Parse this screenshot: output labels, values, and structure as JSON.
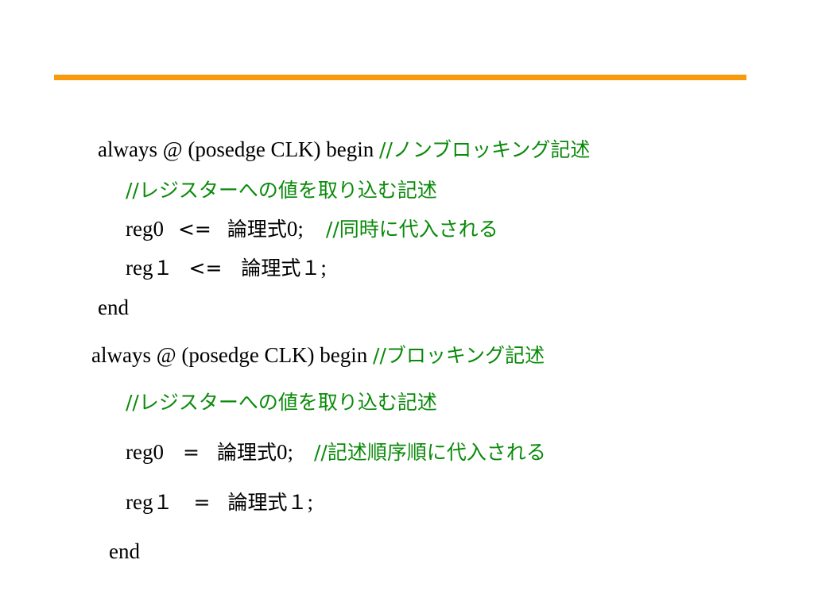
{
  "colors": {
    "accent_rule": "#f79a0d",
    "code_text": "#000000",
    "comment_text": "#0a8a0a"
  },
  "block1": {
    "always_line": "always @ (posedge CLK) begin ",
    "always_comment": "//ノンブロッキング記述",
    "comment_line": "//レジスターへの値を取り込む記述",
    "reg0": {
      "name": "reg0",
      "op": "<=",
      "expr": "論理式",
      "num": "0",
      "semi": ";",
      "comment": "//同時に代入される"
    },
    "reg1": {
      "name": "reg",
      "num_fw": "１",
      "op": "<=",
      "expr": "論理式１",
      "semi": ";"
    },
    "end": "end"
  },
  "block2": {
    "always_line": "always @ (posedge CLK) begin ",
    "always_comment": "//ブロッキング記述",
    "comment_line": "//レジスターへの値を取り込む記述",
    "reg0": {
      "name": "reg0",
      "op": "=",
      "expr": "論理式",
      "num": "0",
      "semi": ";",
      "comment": "//記述順序順に代入される"
    },
    "reg1": {
      "name": "reg",
      "num_fw": "１",
      "op": "=",
      "expr": "論理式１",
      "semi": ";"
    },
    "end": "end"
  }
}
